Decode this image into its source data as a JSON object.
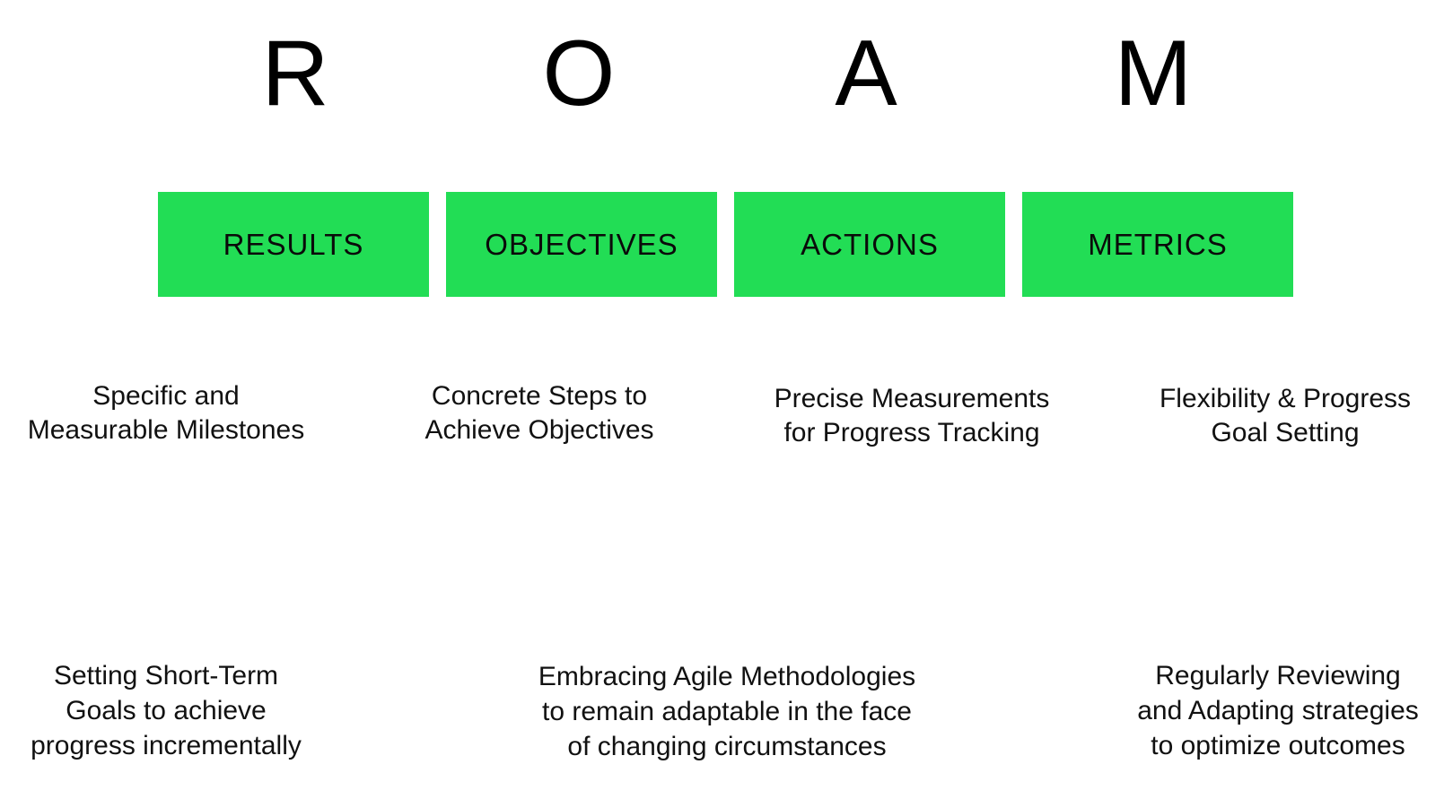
{
  "colors": {
    "box_fill": "#22DD55",
    "text": "#111111",
    "background": "#FFFFFF"
  },
  "letters": [
    "R",
    "O",
    "A",
    "M"
  ],
  "boxes": [
    "RESULTS",
    "OBJECTIVES",
    "ACTIONS",
    "METRICS"
  ],
  "descriptions": [
    [
      "Specific and",
      "Measurable Milestones"
    ],
    [
      "Concrete Steps to",
      "Achieve Objectives"
    ],
    [
      "Precise Measurements",
      "for Progress Tracking"
    ],
    [
      "Flexibility & Progress",
      "Goal Setting"
    ]
  ],
  "bottom_notes": [
    [
      "Setting Short-Term",
      "Goals to achieve",
      "progress incrementally"
    ],
    [
      "Embracing Agile Methodologies",
      "to remain adaptable in the face",
      "of changing circumstances"
    ],
    [
      "Regularly Reviewing",
      "and Adapting strategies",
      "to optimize outcomes"
    ]
  ]
}
